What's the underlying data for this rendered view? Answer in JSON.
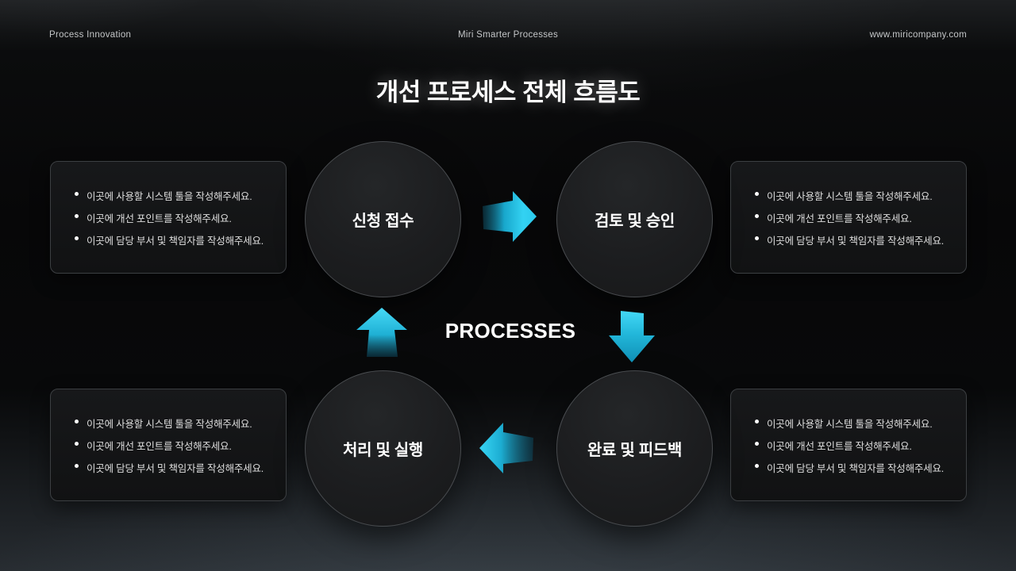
{
  "header": {
    "left": "Process Innovation",
    "center": "Miri Smarter Processes",
    "right": "www.miricompany.com"
  },
  "title": "개선 프로세스 전체 흐름도",
  "center_label": "PROCESSES",
  "steps": [
    {
      "position": "top-left",
      "label": "신청 접수"
    },
    {
      "position": "top-right",
      "label": "검토 및 승인"
    },
    {
      "position": "bottom-right",
      "label": "완료 및 피드백"
    },
    {
      "position": "bottom-left",
      "label": "처리 및 실행"
    }
  ],
  "notes": [
    {
      "position": "top-left",
      "bullets": [
        "이곳에 사용할 시스템 툴을 작성해주세요.",
        "이곳에 개선 포인트를 작성해주세요.",
        "이곳에 담당 부서 및 책임자를 작성해주세요."
      ]
    },
    {
      "position": "top-right",
      "bullets": [
        "이곳에 사용할 시스템 툴을 작성해주세요.",
        "이곳에 개선 포인트를 작성해주세요.",
        "이곳에 담당 부서 및 책임자를 작성해주세요."
      ]
    },
    {
      "position": "bottom-left",
      "bullets": [
        "이곳에 사용할 시스템 툴을 작성해주세요.",
        "이곳에 개선 포인트를 작성해주세요.",
        "이곳에 담당 부서 및 책임자를 작성해주세요."
      ]
    },
    {
      "position": "bottom-right",
      "bullets": [
        "이곳에 사용할 시스템 툴을 작성해주세요.",
        "이곳에 개선 포인트를 작성해주세요.",
        "이곳에 담당 부서 및 책임자를 작성해주세요."
      ]
    }
  ],
  "icons": {
    "flow_arrows": [
      "arrow-right-icon",
      "arrow-down-icon",
      "arrow-left-icon",
      "arrow-up-icon"
    ]
  },
  "colors": {
    "accent_cyan": "#38d5f4",
    "accent_cyan_dark": "#0d455a",
    "background": "#070708",
    "box_background": "#151617",
    "box_border": "#3c3f42",
    "circle_fill": "#1c1d1f",
    "text_primary": "#ffffff",
    "text_secondary": "#dedede",
    "header_text": "#c4c6c8"
  }
}
